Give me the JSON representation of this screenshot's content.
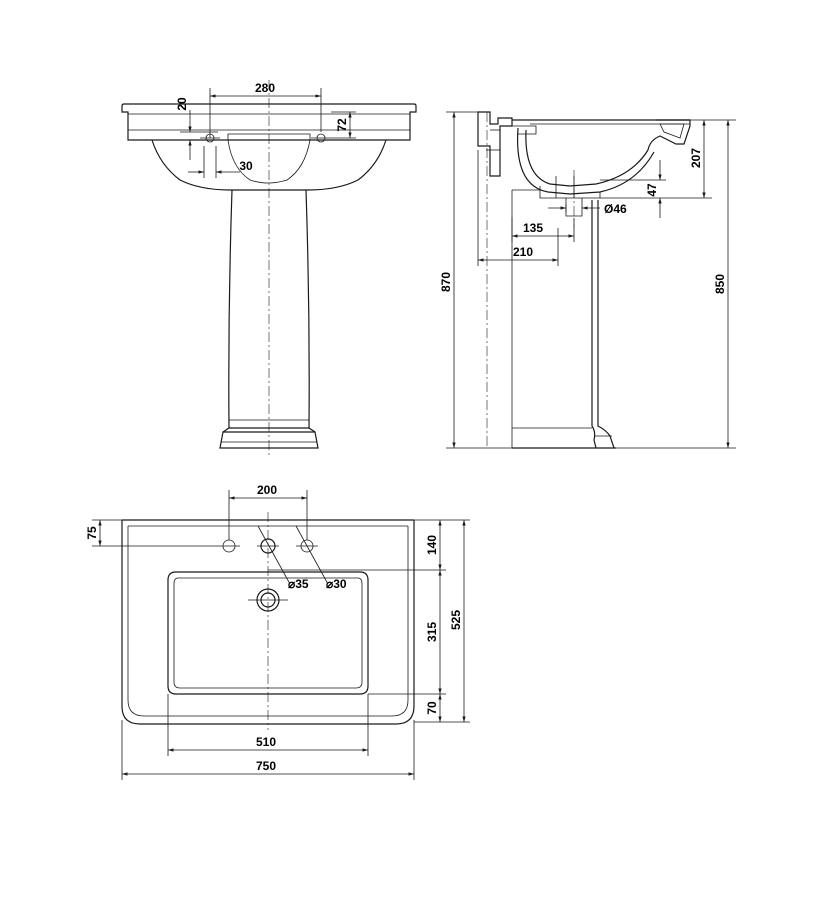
{
  "front_view": {
    "dim_width_280": "280",
    "dim_20": "20",
    "dim_72": "72",
    "dim_30": "30"
  },
  "side_view": {
    "dim_870": "870",
    "dim_850": "850",
    "dim_207": "207",
    "dim_47": "47",
    "dim_dia46": "Ø46",
    "dim_135": "135",
    "dim_210": "210"
  },
  "top_view": {
    "dim_200": "200",
    "dim_75": "75",
    "dim_140": "140",
    "dim_315": "315",
    "dim_525": "525",
    "dim_70": "70",
    "dim_510": "510",
    "dim_750": "750",
    "hole_35": "⌀35",
    "hole_30": "⌀30"
  }
}
